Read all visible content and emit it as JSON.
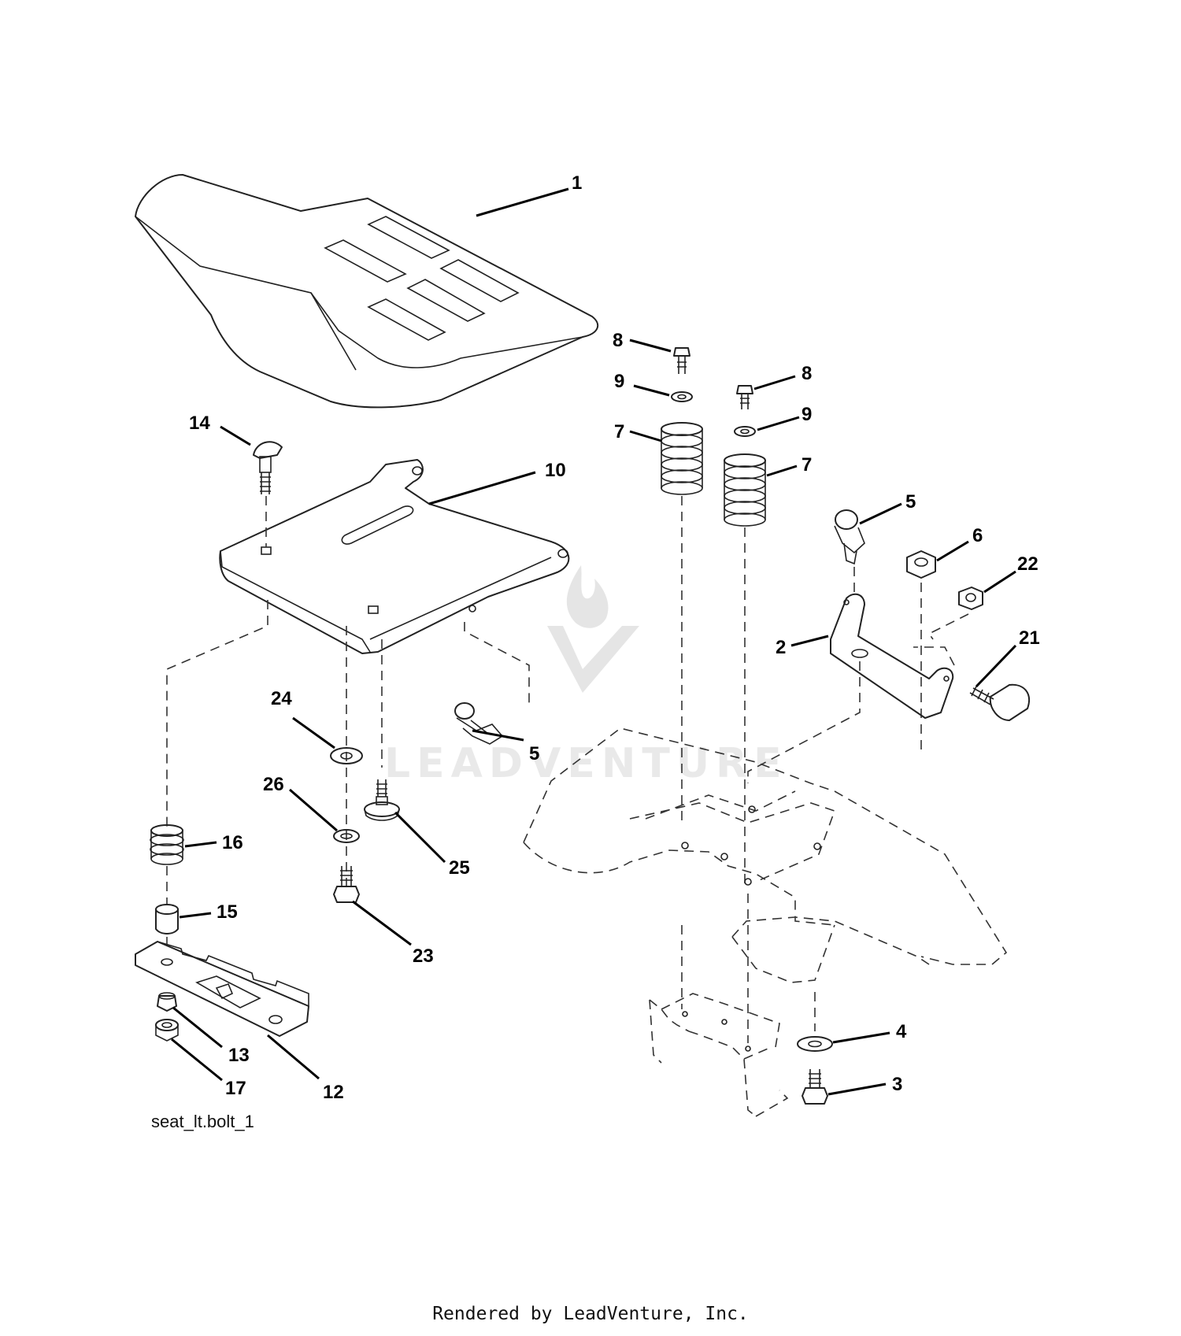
{
  "diagram": {
    "id_label": "seat_lt.bolt_1",
    "footer": "Rendered by LeadVenture, Inc.",
    "watermark": "LEADVENTURE",
    "callouts": [
      {
        "key": "seat",
        "label": "1"
      },
      {
        "key": "bracket",
        "label": "2"
      },
      {
        "key": "bolt-3",
        "label": "3"
      },
      {
        "key": "washer-4",
        "label": "4"
      },
      {
        "key": "clip-5a",
        "label": "5"
      },
      {
        "key": "clip-5b",
        "label": "5"
      },
      {
        "key": "nut-6",
        "label": "6"
      },
      {
        "key": "spring-7a",
        "label": "7"
      },
      {
        "key": "spring-7b",
        "label": "7"
      },
      {
        "key": "bolt-8a",
        "label": "8"
      },
      {
        "key": "bolt-8b",
        "label": "8"
      },
      {
        "key": "washer-9a",
        "label": "9"
      },
      {
        "key": "washer-9b",
        "label": "9"
      },
      {
        "key": "seat-pan",
        "label": "10"
      },
      {
        "key": "slide-plate",
        "label": "12"
      },
      {
        "key": "nut-13",
        "label": "13"
      },
      {
        "key": "carriage-bolt",
        "label": "14"
      },
      {
        "key": "spacer",
        "label": "15"
      },
      {
        "key": "spring-16",
        "label": "16"
      },
      {
        "key": "nut-17",
        "label": "17"
      },
      {
        "key": "knob-bolt",
        "label": "21"
      },
      {
        "key": "nut-22",
        "label": "22"
      },
      {
        "key": "bolt-23",
        "label": "23"
      },
      {
        "key": "washer-24",
        "label": "24"
      },
      {
        "key": "shoulder-bolt",
        "label": "25"
      },
      {
        "key": "lockwasher-26",
        "label": "26"
      }
    ]
  }
}
